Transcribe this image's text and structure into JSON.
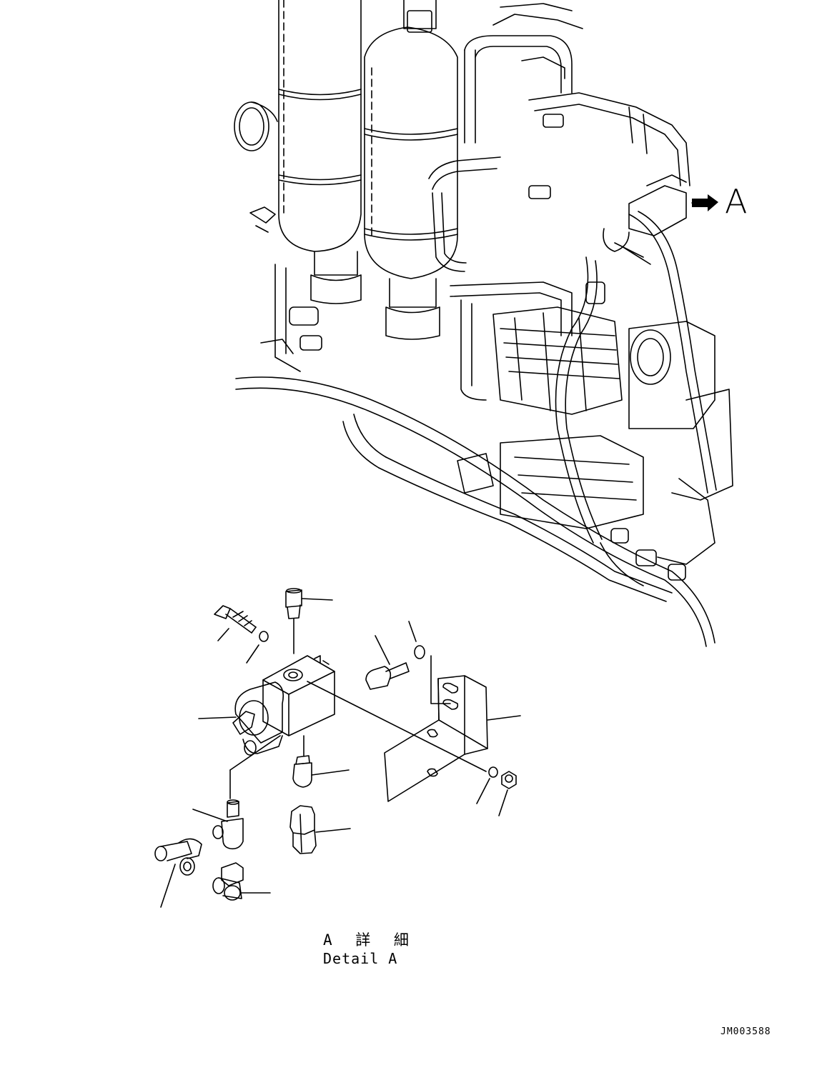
{
  "callout_label": "A",
  "detail_title_jp": "A 詳 細",
  "detail_title_en": "Detail A",
  "drawing_number": "JM003588"
}
